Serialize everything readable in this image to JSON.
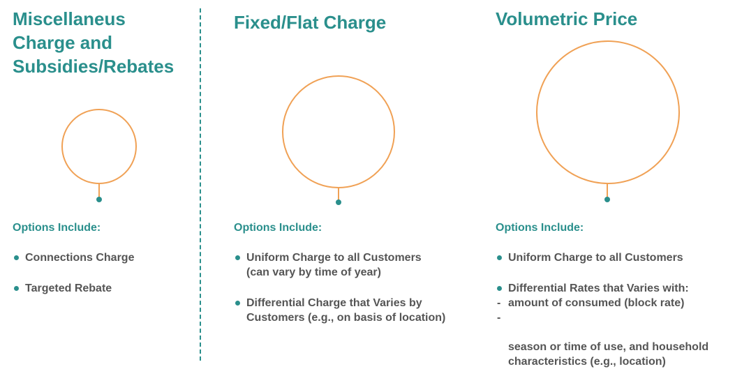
{
  "colors": {
    "teal": "#2a8f8c",
    "orange": "#f0a155",
    "text": "#555555"
  },
  "sections": [
    {
      "title": "Miscellaneus\nCharge and\nSubsidies/Rebates",
      "options_title": "Options Include:",
      "bullets": [
        {
          "text": "Connections Charge",
          "subitems": []
        },
        {
          "text": "Targeted Rebate",
          "subitems": []
        }
      ]
    },
    {
      "title": "Fixed/Flat Charge",
      "options_title": "Options Include:",
      "bullets": [
        {
          "text": "Uniform Charge to all Customers\n(can vary by time of year)",
          "subitems": []
        },
        {
          "text": "Differential Charge that Varies by\nCustomers (e.g., on basis of location)",
          "subitems": []
        }
      ]
    },
    {
      "title": "Volumetric Price",
      "options_title": "Options Include:",
      "bullets": [
        {
          "text": "Uniform Charge to all Customers",
          "subitems": []
        },
        {
          "text": "Differential Rates that Varies with:",
          "subitems": [
            "amount of consumed (block rate)",
            "season or time of use, and household\ncharacteristics (e.g., location)"
          ]
        }
      ]
    }
  ],
  "sub_marker": "-"
}
